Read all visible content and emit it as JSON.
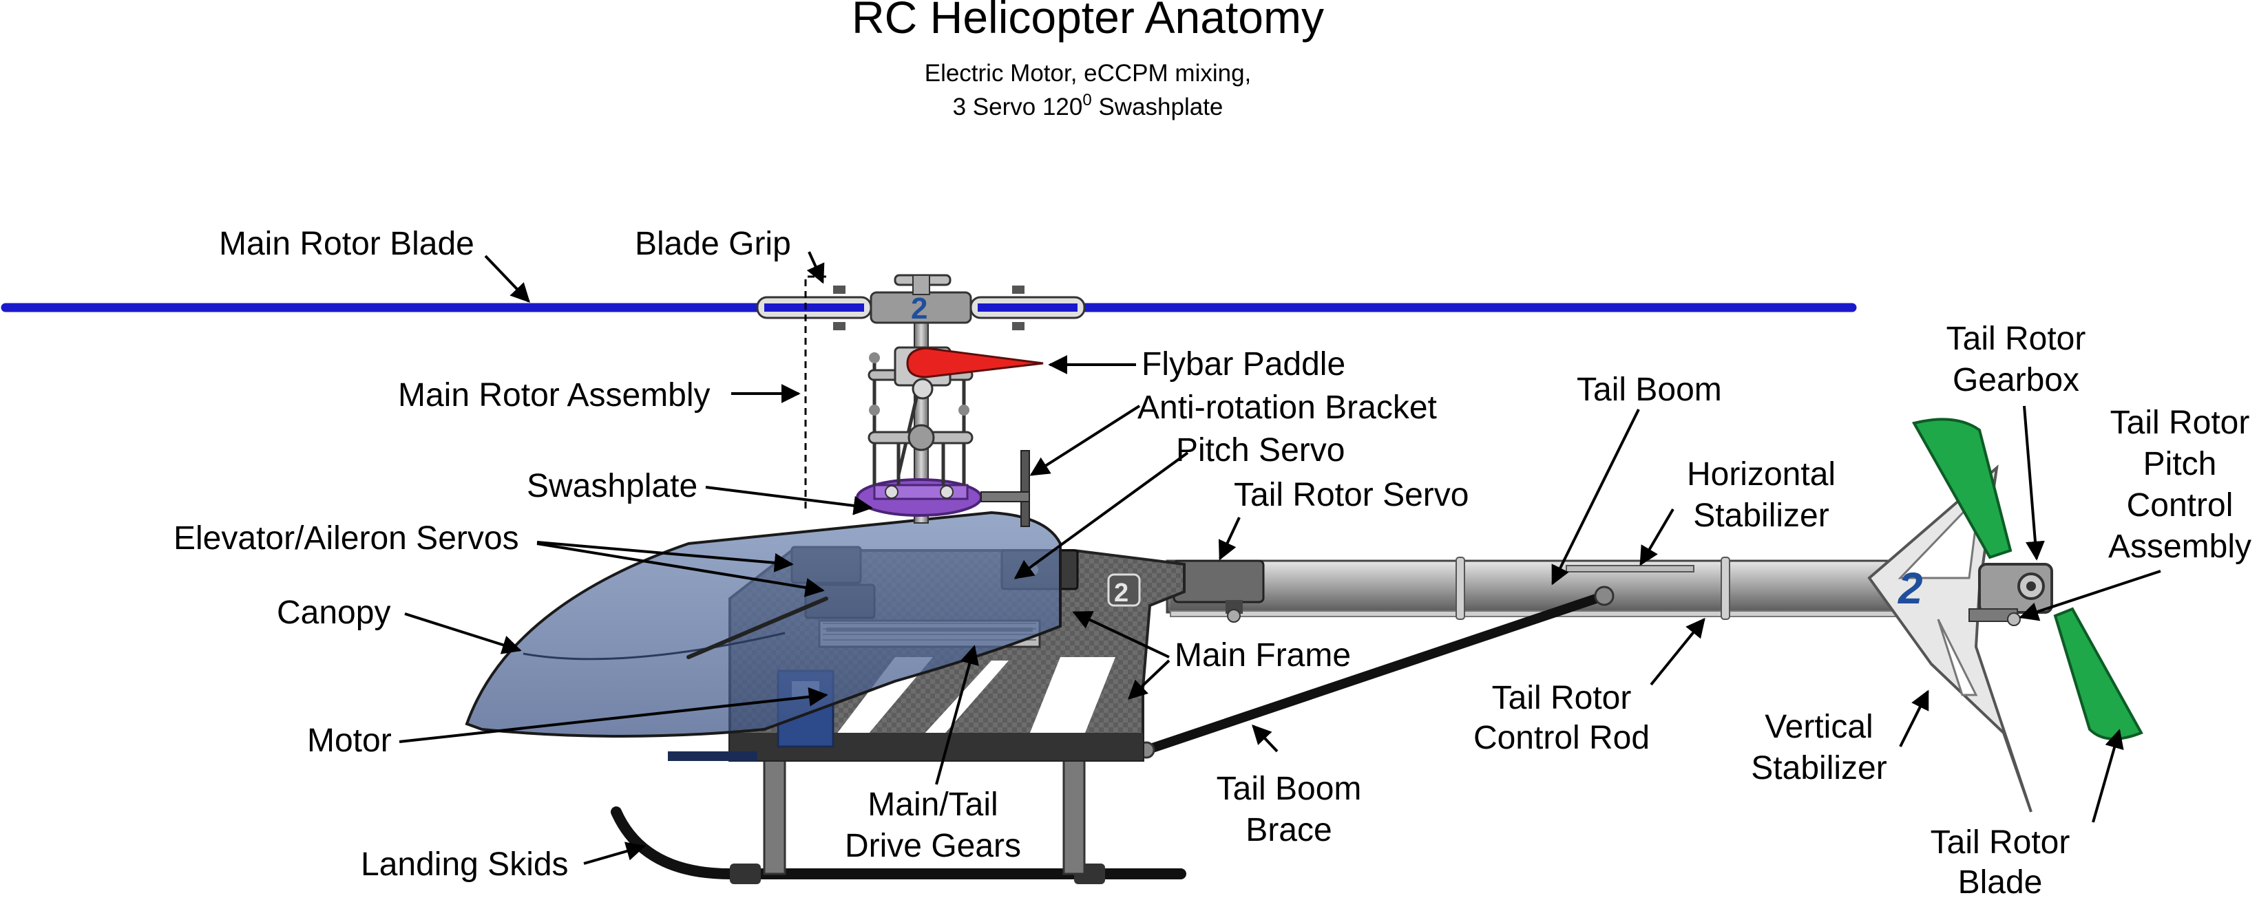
{
  "title": "RC Helicopter Anatomy",
  "subtitle": {
    "line1": "Electric Motor, eCCPM mixing,",
    "line2_prefix": "3 Servo 120",
    "line2_sup": "0",
    "line2_suffix": " Swashplate"
  },
  "labels": {
    "main_rotor_blade": "Main Rotor Blade",
    "blade_grip": "Blade Grip",
    "main_rotor_assembly": "Main Rotor Assembly",
    "flybar_paddle": "Flybar Paddle",
    "anti_rotation_bracket": "Anti-rotation Bracket",
    "pitch_servo": "Pitch Servo",
    "swashplate": "Swashplate",
    "elevator_aileron_servos": "Elevator/Aileron Servos",
    "canopy": "Canopy",
    "motor": "Motor",
    "landing_skids": "Landing Skids",
    "main_tail_drive_gears_1": "Main/Tail",
    "main_tail_drive_gears_2": "Drive Gears",
    "main_frame": "Main Frame",
    "tail_rotor_servo": "Tail Rotor Servo",
    "tail_boom": "Tail Boom",
    "horizontal_stabilizer_1": "Horizontal",
    "horizontal_stabilizer_2": "Stabilizer",
    "tail_rotor_control_rod_1": "Tail Rotor",
    "tail_rotor_control_rod_2": "Control Rod",
    "tail_boom_brace_1": "Tail Boom",
    "tail_boom_brace_2": "Brace",
    "vertical_stabilizer_1": "Vertical",
    "vertical_stabilizer_2": "Stabilizer",
    "tail_rotor_gearbox_1": "Tail Rotor",
    "tail_rotor_gearbox_2": "Gearbox",
    "tail_rotor_pitch_1": "Tail Rotor",
    "tail_rotor_pitch_2": "Pitch",
    "tail_rotor_pitch_3": "Control",
    "tail_rotor_pitch_4": "Assembly",
    "tail_rotor_blade_1": "Tail Rotor",
    "tail_rotor_blade_2": "Blade"
  },
  "decals": {
    "rotor_head": "2",
    "frame": "2",
    "fin": "2"
  },
  "colors": {
    "main_rotor_blade": "#1a1acc",
    "flybar_paddle": "#e8231f",
    "swashplate": "#8a4fc4",
    "tail_rotor_blade": "#1ea84a",
    "canopy": "#4f6a9c",
    "tail_boom": "#a8a8a8",
    "frame": "#2c2c2c",
    "decal": "#1f4f9c"
  }
}
